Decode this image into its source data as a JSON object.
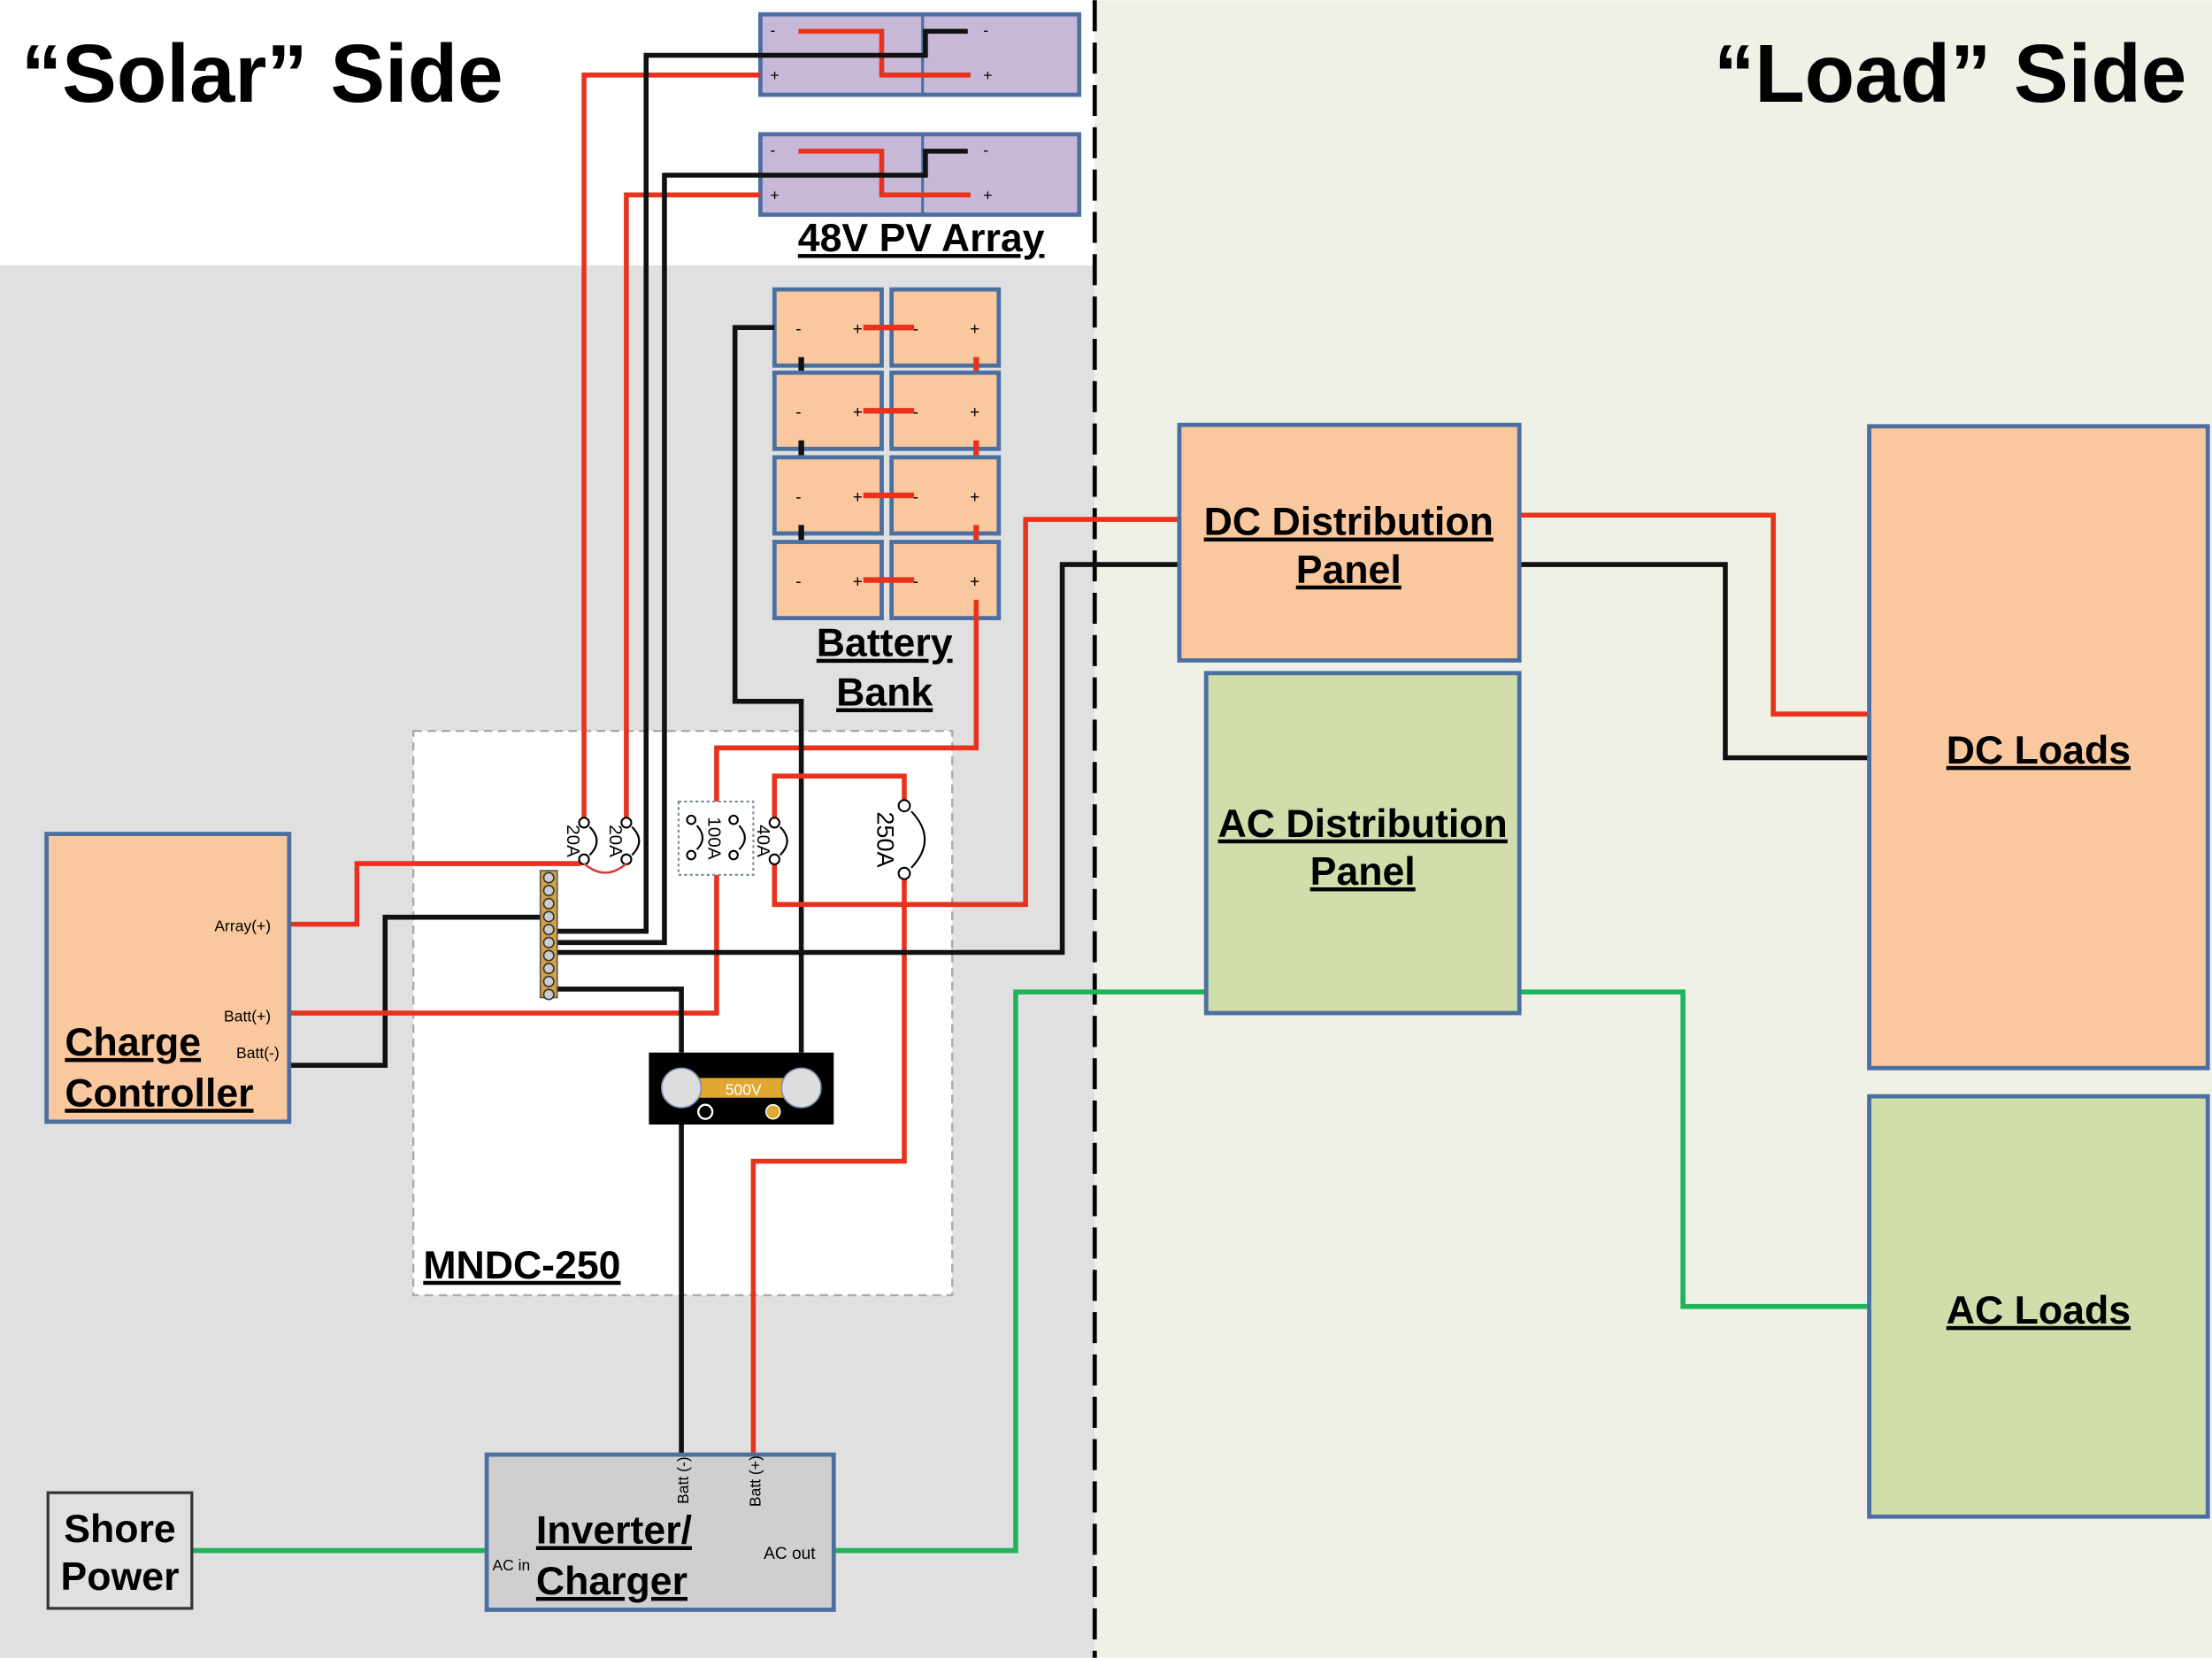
{
  "titles": {
    "solar_side": "“Solar” Side",
    "load_side": "“Load” Side"
  },
  "pv_array": {
    "label": "48V PV Array",
    "neg": "-",
    "pos": "+"
  },
  "battery_bank": {
    "label_line1": "Battery",
    "label_line2": "Bank",
    "neg": "-",
    "pos": "+"
  },
  "mndc": {
    "label": "MNDC-250",
    "breakers": [
      "20A",
      "20A",
      "100A",
      "40A",
      "250A"
    ],
    "shunt_label": "500V"
  },
  "charge_controller": {
    "line1": "Charge",
    "line2": "Controller",
    "array_pos": "Array(+)",
    "batt_pos": "Batt(+)",
    "batt_neg": "Batt(-)"
  },
  "inverter": {
    "line1": "Inverter/",
    "line2": "Charger",
    "ac_in": "AC in",
    "ac_out": "AC out",
    "batt_neg": "Batt (-)",
    "batt_pos": "Batt (+)"
  },
  "shore_power": {
    "line1": "Shore",
    "line2": "Power"
  },
  "dc_distribution": {
    "line1": "DC Distribution",
    "line2": "Panel"
  },
  "ac_distribution": {
    "line1": "AC Distribution",
    "line2": "Panel"
  },
  "dc_loads": {
    "label": "DC Loads"
  },
  "ac_loads": {
    "label": "AC Loads"
  },
  "colors": {
    "positive_wire": "#e8321e",
    "negative_wire": "#111111",
    "ac_wire": "#1db45a",
    "dc_box": "#fac89e",
    "ac_box": "#cfdeaa",
    "pv_panel": "#c8b8d8",
    "solar_bg": "#e0e0e0",
    "load_bg": "#eff1e6"
  }
}
